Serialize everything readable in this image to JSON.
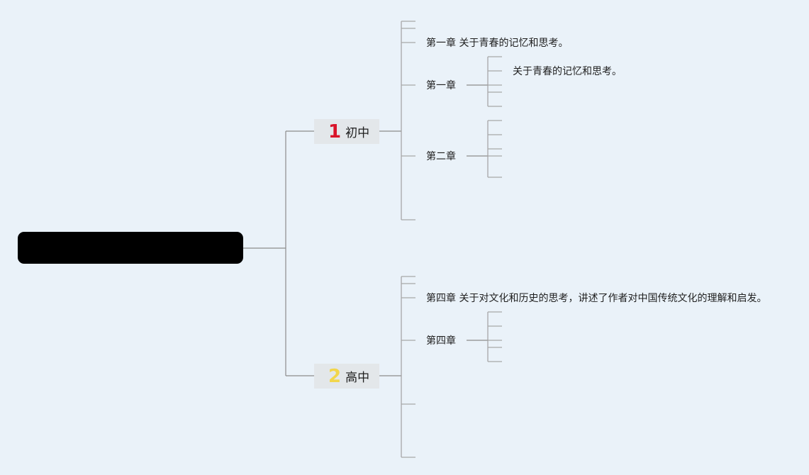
{
  "root": {
    "label": ""
  },
  "branches": [
    {
      "number": "1",
      "label": "初中",
      "number_color": "#d9142a",
      "topics": {
        "summary": "第一章 关于青春的记忆和思考。",
        "chapter_a": "第一章",
        "chapter_a_detail": "关于青春的记忆和思考。",
        "chapter_b": "第二章"
      }
    },
    {
      "number": "2",
      "label": "高中",
      "number_color": "#f2d64b",
      "topics": {
        "summary": "第四章 关于对文化和历史的思考，讲述了作者对中国传统文化的理解和启发。",
        "chapter_a": "第四章"
      }
    }
  ],
  "colors": {
    "background": "#eaf2f9",
    "connector": "#8a8a8a",
    "root_fill": "#000000",
    "node_fill": "#e3e7ea"
  }
}
